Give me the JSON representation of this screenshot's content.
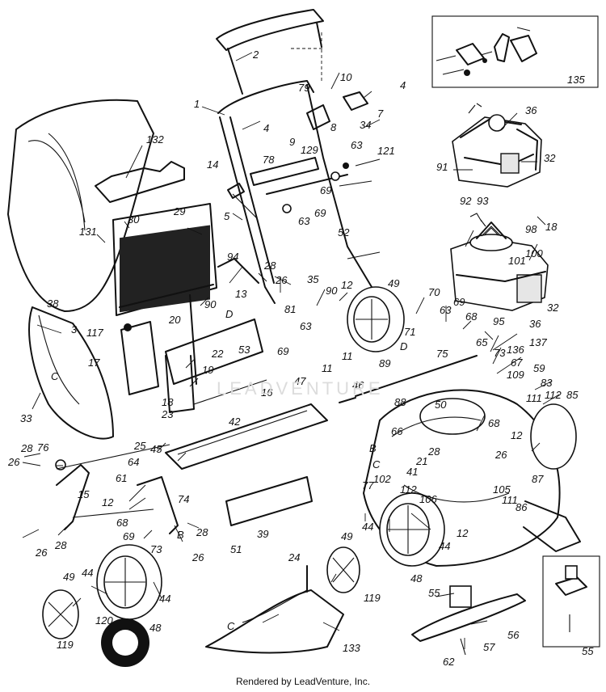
{
  "footer": "Rendered by LeadVenture, Inc.",
  "watermark": "LEADVENTURE",
  "callouts": {
    "c1": "1",
    "c2": "2",
    "c3": "3",
    "c4a": "4",
    "c4b": "4",
    "c5": "5",
    "c7": "7",
    "c8": "8",
    "c9": "9",
    "c10": "10",
    "c11a": "11",
    "c11b": "11",
    "c12a": "12",
    "c12b": "12",
    "c12c": "12",
    "c12d": "12",
    "c13": "13",
    "c14": "14",
    "c15": "15",
    "c16": "16",
    "c17": "17",
    "c18a": "18",
    "c18b": "18",
    "c19": "19",
    "c20": "20",
    "c21": "21",
    "c22": "22",
    "c23": "23",
    "c24": "24",
    "c25": "25",
    "c26a": "26",
    "c26b": "26",
    "c26c": "26",
    "c26d": "26",
    "c26e": "26",
    "c28a": "28",
    "c28b": "28",
    "c28c": "28",
    "c28d": "28",
    "c28e": "28",
    "c29": "29",
    "c30": "30",
    "c32a": "32",
    "c32b": "32",
    "c33": "33",
    "c34": "34",
    "c35": "35",
    "c36a": "36",
    "c36b": "36",
    "c38": "38",
    "c39": "39",
    "c41": "41",
    "c42": "42",
    "c44a": "44",
    "c44b": "44",
    "c44c": "44",
    "c44d": "44",
    "c45": "45",
    "c46": "46",
    "c47": "47",
    "c48a": "48",
    "c48b": "48",
    "c49a": "49",
    "c49b": "49",
    "c49c": "49",
    "c50": "50",
    "c51": "51",
    "c52": "52",
    "c53": "53",
    "c55a": "55",
    "c55b": "55",
    "c56": "56",
    "c57": "57",
    "c59": "59",
    "c61": "61",
    "c62": "62",
    "c63a": "63",
    "c63b": "63",
    "c63c": "63",
    "c63d": "63",
    "c64": "64",
    "c65": "65",
    "c66": "66",
    "c67": "67",
    "c68a": "68",
    "c68b": "68",
    "c68c": "68",
    "c69a": "69",
    "c69b": "69",
    "c69c": "69",
    "c69d": "69",
    "c69e": "69",
    "c70": "70",
    "c71": "71",
    "c73a": "73",
    "c73b": "73",
    "c74": "74",
    "c75": "75",
    "c76": "76",
    "c77": "77",
    "c78": "78",
    "c79": "79",
    "c81": "81",
    "c83": "83",
    "c85": "85",
    "c86": "86",
    "c87": "87",
    "c88": "88",
    "c89": "89",
    "c90a": "90",
    "c90b": "90",
    "c91": "91",
    "c92": "92",
    "c93": "93",
    "c94": "94",
    "c95": "95",
    "c98": "98",
    "c100": "100",
    "c101": "101",
    "c102": "102",
    "c105": "105",
    "c106": "106",
    "c109": "109",
    "c111a": "111",
    "c111b": "111",
    "c112a": "112",
    "c112b": "112",
    "c117": "117",
    "c119a": "119",
    "c119b": "119",
    "c120": "120",
    "c121": "121",
    "c129": "129",
    "c131": "131",
    "c132": "132",
    "c133": "133",
    "c135": "135",
    "c136": "136",
    "c137": "137",
    "lB1": "B",
    "lB2": "B",
    "lC1": "C",
    "lC2": "C",
    "lC3": "C",
    "lD1": "D",
    "lD2": "D"
  }
}
